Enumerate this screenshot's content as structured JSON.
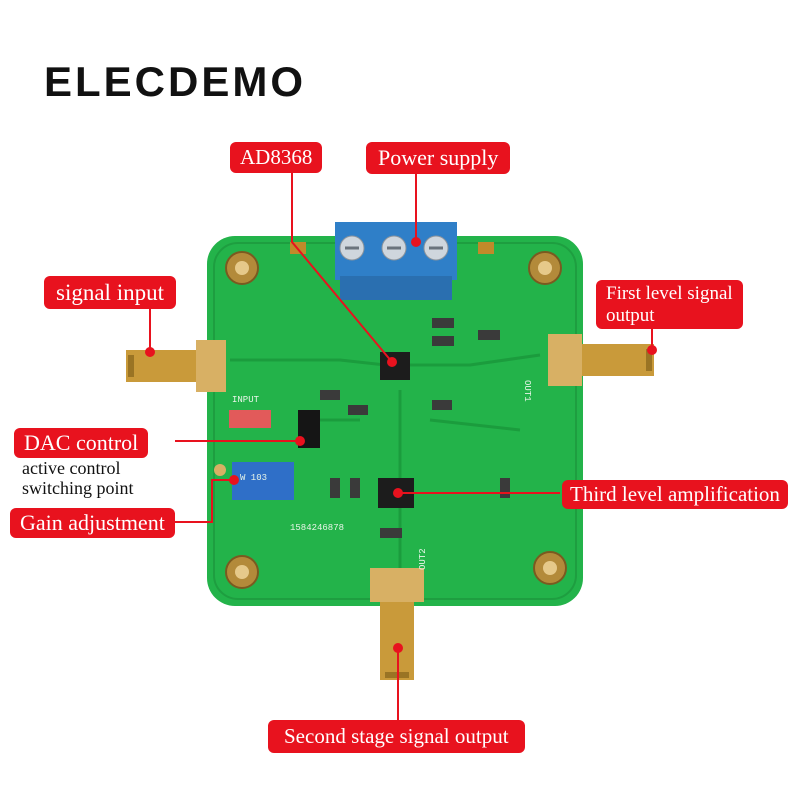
{
  "brand": "ELECDEMO",
  "labels": {
    "chip": "AD8368",
    "power": "Power supply",
    "signal_input": "signal input",
    "first_level_line1": "First level signal",
    "first_level_line2": "output",
    "dac_control": "DAC control",
    "dac_sub_line1": "active control",
    "dac_sub_line2": "switching point",
    "gain": "Gain adjustment",
    "third_level": "Third level amplification",
    "second_stage": "Second stage signal output"
  },
  "silkscreen": {
    "input": "INPUT",
    "out1": "OUT1",
    "out2": "OUT2",
    "serial": "1584246878",
    "pot": "W 103"
  },
  "colors": {
    "pcb": "#23b34a",
    "label": "#e8121e",
    "terminal": "#2f7fc8",
    "brass": "#c99a3a"
  }
}
